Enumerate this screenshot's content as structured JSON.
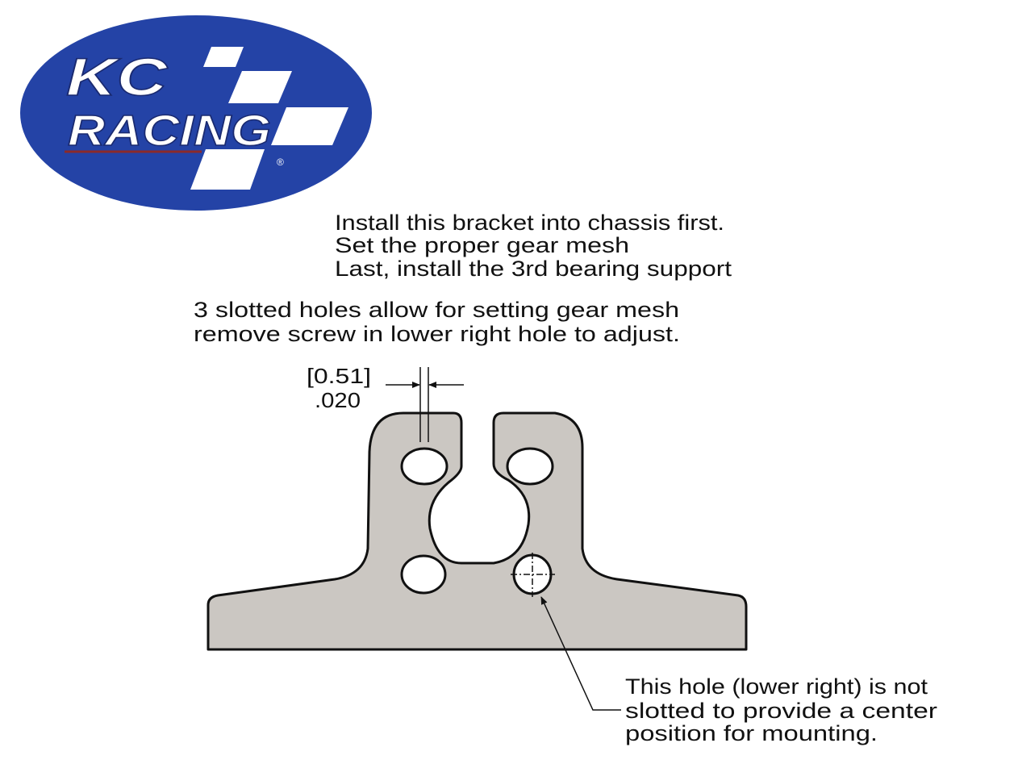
{
  "logo": {
    "line1": "KC",
    "line2": "RACING",
    "registered": "®",
    "colors": {
      "oval": "#2443a6",
      "stripe": "#8b2a2a",
      "checker": "#ffffff"
    }
  },
  "notes": {
    "install": [
      "Install this bracket into chassis first.",
      "Set the proper gear mesh",
      "Last, install the 3rd bearing support"
    ],
    "slots": [
      "3 slotted holes allow for setting gear mesh",
      "remove screw in lower right hole to adjust."
    ],
    "hole": [
      "This hole (lower right) is not",
      "slotted to provide a center",
      "position for mounting."
    ]
  },
  "dimension": {
    "metric": "[0.51]",
    "imperial": ".020"
  },
  "colors": {
    "part_fill": "#cbc7c2",
    "outline": "#111111"
  }
}
